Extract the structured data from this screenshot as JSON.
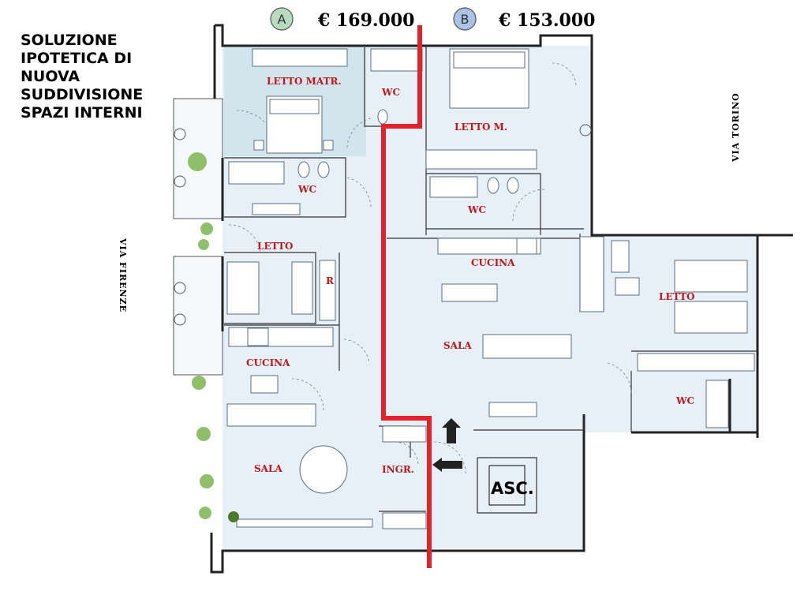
{
  "title_lines": [
    "SOLUZIONE",
    "IPOTETICA DI",
    "NUOVA",
    "SUDDIVISIONE",
    "SPAZI INTERNI"
  ],
  "units": [
    {
      "letter": "A",
      "price": "€ 169.000",
      "badge_color": "#b9dcc0"
    },
    {
      "letter": "B",
      "price": "€ 153.000",
      "badge_color": "#a9c3e6"
    }
  ],
  "streets": {
    "left": "VIA FIRENZE",
    "right": "VIA TORINO"
  },
  "rooms": {
    "a_letto_matr": "LETTO MATR.",
    "a_wc_top": "WC",
    "a_wc": "WC",
    "a_letto": "LETTO",
    "a_r": "R",
    "a_cucina": "CUCINA",
    "a_sala": "SALA",
    "ingr": "INGR.",
    "b_letto_m": "LETTO M.",
    "b_wc_top": "WC",
    "b_cucina": "CUCINA",
    "b_sala": "SALA",
    "b_letto": "LETTO",
    "b_wc": "WC"
  },
  "elevator": "ASC.",
  "colors": {
    "divider": "#e3222a",
    "room_label": "#c0171c",
    "floor": "#e7eff7",
    "floor_shaded": "#d2e4ec",
    "wall": "#222222"
  }
}
